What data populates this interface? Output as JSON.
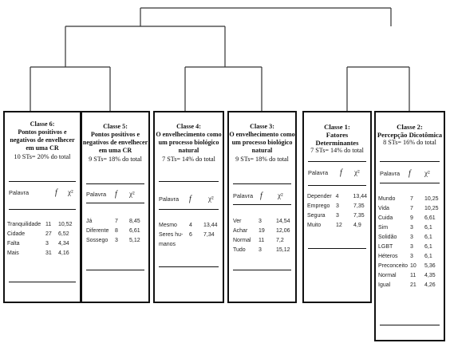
{
  "classes": [
    {
      "id": "6",
      "title": "Classe 6:",
      "subtitle_lines": [
        "Pontos positivos e",
        "negativos de envelhecer",
        "em uma CR"
      ],
      "sts": "10 STs= 20% do total",
      "headers": [
        "Palavra",
        "f",
        "χ²"
      ],
      "rows": [
        {
          "palavra": "Tranquilidade",
          "f": "11",
          "chi": "10,52"
        },
        {
          "palavra": "Cidade",
          "f": "27",
          "chi": "6,52"
        },
        {
          "palavra": "Falta",
          "f": "3",
          "chi": "4,34"
        },
        {
          "palavra": "Mais",
          "f": "31",
          "chi": "4,16"
        }
      ]
    },
    {
      "id": "5",
      "title": "Classe 5:",
      "subtitle_lines": [
        "Pontos positivos e",
        "negativos de envelhecer",
        "em uma CR"
      ],
      "sts": "9 STs= 18% do total",
      "headers": [
        "Palavra",
        "f",
        "χ²"
      ],
      "rows": [
        {
          "palavra": "Já",
          "f": "7",
          "chi": "8,45"
        },
        {
          "palavra": "Diferente",
          "f": "8",
          "chi": "6,61"
        },
        {
          "palavra": "Sossego",
          "f": "3",
          "chi": "5,12"
        }
      ]
    },
    {
      "id": "4",
      "title": "Classe 4:",
      "subtitle_lines": [
        "O envelhecimento como",
        "um processo biológico",
        "natural"
      ],
      "sts": "7 STs= 14% do total",
      "headers": [
        "Palavra",
        "f",
        "χ²"
      ],
      "rows": [
        {
          "palavra": "Mesmo",
          "f": "4",
          "chi": "13,44"
        },
        {
          "palavra": "Seres hu-",
          "f": "6",
          "chi": "7,34"
        },
        {
          "palavra": "manos",
          "f": "",
          "chi": ""
        }
      ]
    },
    {
      "id": "3",
      "title": "Classe 3:",
      "subtitle_lines": [
        "O envelhecimento como",
        "um processo biológico",
        "natural"
      ],
      "sts": "9 STs= 18% do total",
      "headers": [
        "Palavra",
        "f",
        "χ²"
      ],
      "rows": [
        {
          "palavra": "Ver",
          "f": "3",
          "chi": "14,54"
        },
        {
          "palavra": "Achar",
          "f": "19",
          "chi": "12,06"
        },
        {
          "palavra": "Normal",
          "f": "11",
          "chi": "7,2"
        },
        {
          "palavra": "Tudo",
          "f": "3",
          "chi": "15,12"
        }
      ]
    },
    {
      "id": "1",
      "title": "Classe 1:",
      "subtitle_lines": [
        "Fatores Determinantes"
      ],
      "sts": "7 STs= 14% do total",
      "headers": [
        "Palavra",
        "f",
        "χ²"
      ],
      "rows": [
        {
          "palavra": "Depender",
          "f": "4",
          "chi": "13,44"
        },
        {
          "palavra": "Emprego",
          "f": "3",
          "chi": "7,35"
        },
        {
          "palavra": "Segura",
          "f": "3",
          "chi": "7,35"
        },
        {
          "palavra": "Muito",
          "f": "12",
          "chi": "4,9"
        }
      ]
    },
    {
      "id": "2",
      "title": "Classe 2:",
      "subtitle_lines": [
        "Percepção Dicotômica"
      ],
      "sts": "8 STs= 16% do total",
      "headers": [
        "Palavra",
        "f",
        "χ²"
      ],
      "rows": [
        {
          "palavra": "Mundo",
          "f": "7",
          "chi": "10,25"
        },
        {
          "palavra": "Vida",
          "f": "7",
          "chi": "10,25"
        },
        {
          "palavra": "Cuida",
          "f": "9",
          "chi": "6,61"
        },
        {
          "palavra": "Sim",
          "f": "3",
          "chi": "6,1"
        },
        {
          "palavra": "Solidão",
          "f": "3",
          "chi": "6,1"
        },
        {
          "palavra": "LGBT",
          "f": "3",
          "chi": "6,1"
        },
        {
          "palavra": "Héteros",
          "f": "3",
          "chi": "6,1"
        },
        {
          "palavra": "Preconceito",
          "f": "10",
          "chi": "5,36"
        },
        {
          "palavra": "Normal",
          "f": "11",
          "chi": "4,35"
        },
        {
          "palavra": "Igual",
          "f": "21",
          "chi": "4,26"
        }
      ]
    }
  ]
}
